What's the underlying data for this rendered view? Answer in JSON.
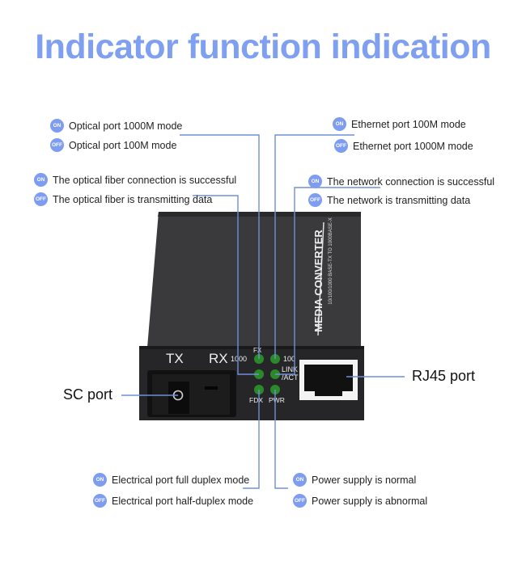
{
  "title": "Indicator function indication",
  "device": {
    "brand_text": "MEDIA CONVERTER",
    "sub_text": "10/100/1000 BASE-TX TO 1000BASE-X",
    "port_labels": {
      "tx": "TX",
      "rx": "RX",
      "l1000": "1000",
      "fx": "FX",
      "l100": "100",
      "link": "LINK",
      "act": "/ACT",
      "fdx": "FDX",
      "pwr": "PWR"
    },
    "led_color": "#2a8a2a"
  },
  "annotations": {
    "optical_mode": {
      "on": "Optical port 1000M mode",
      "off": "Optical port 100M mode"
    },
    "ethernet_mode": {
      "on": "Ethernet port 100M mode",
      "off": "Ethernet port 1000M mode"
    },
    "fiber_link": {
      "on": "The optical fiber connection is successful",
      "off": "The optical fiber is transmitting data"
    },
    "network_link": {
      "on": "The network connection is successful",
      "off": "The network is transmitting data"
    },
    "duplex": {
      "on": "Electrical port full duplex mode",
      "off": "Electrical port half-duplex mode"
    },
    "power": {
      "on": "Power supply is normal",
      "off": "Power supply is abnormal"
    }
  },
  "badges": {
    "on": "ON",
    "off": "OFF"
  },
  "ports": {
    "sc": "SC port",
    "rj45": "RJ45 port"
  },
  "colors": {
    "accent": "#7f9ff0",
    "line": "#6f8fd8",
    "device": "#2e2e30"
  }
}
